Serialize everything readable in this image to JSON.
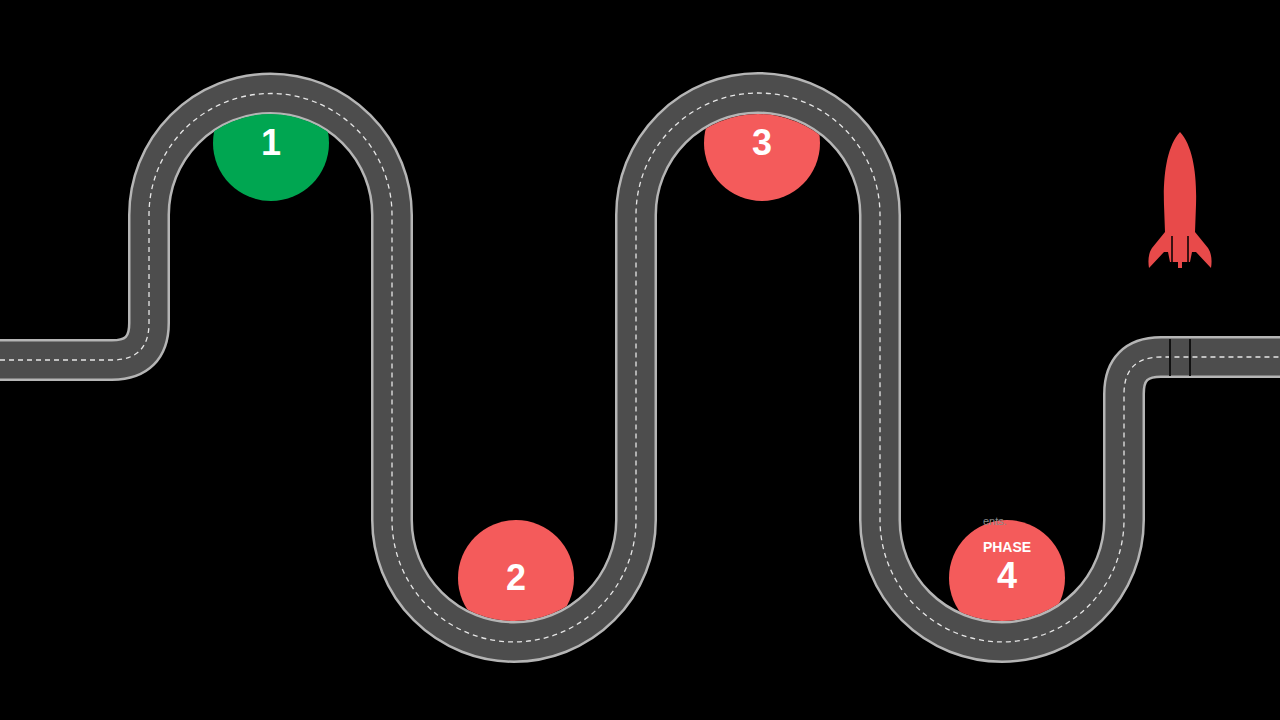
{
  "diagram": {
    "nodes": [
      {
        "text": [
          "1"
        ]
      },
      {
        "text": [
          "2"
        ]
      },
      {
        "text": [
          "3"
        ]
      },
      {
        "text": [
          "PHASE",
          "4"
        ]
      }
    ],
    "labels": [
      "ents."
    ]
  }
}
